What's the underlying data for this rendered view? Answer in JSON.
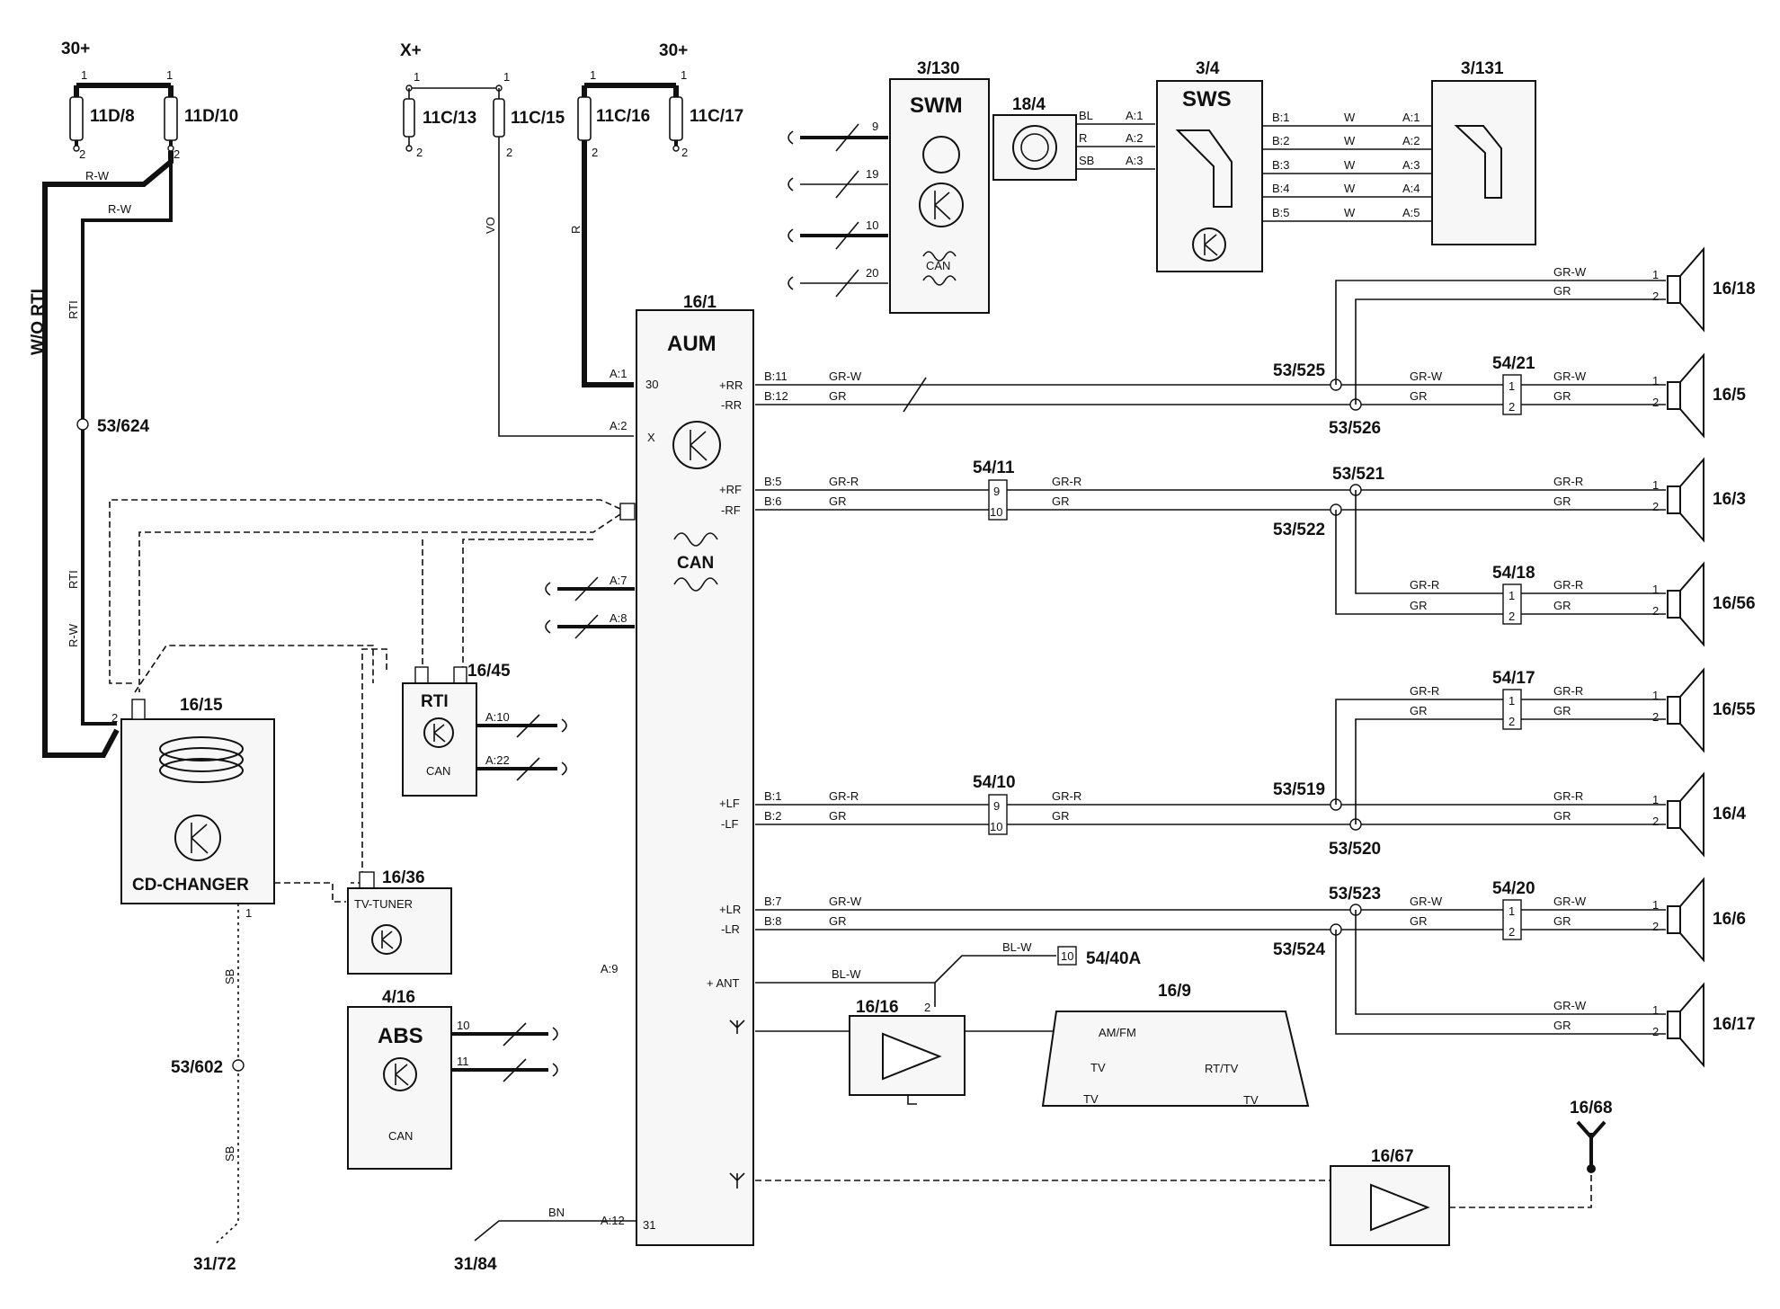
{
  "power": {
    "p30_left": "30+",
    "x_plus": "X+",
    "p30_mid": "30+"
  },
  "fuses": [
    "11D/8",
    "11D/10",
    "11C/13",
    "11C/15",
    "11C/16",
    "11C/17"
  ],
  "pins": {
    "one": "1",
    "two": "2"
  },
  "components": {
    "swm_id": "3/130",
    "swm": "SWM",
    "ctr_18_4": "18/4",
    "sws_id": "3/4",
    "sws": "SWS",
    "ctr_3_131": "3/131",
    "aum_id": "16/1",
    "aum": "AUM",
    "cd_id": "16/15",
    "cd": "CD-CHANGER",
    "rti_id": "16/45",
    "rti": "RTI",
    "tv_id": "16/36",
    "tv": "TV-TUNER",
    "abs_id": "4/16",
    "abs": "ABS",
    "amp_id": "16/16",
    "ant_id": "16/9",
    "amp2_id": "16/67",
    "ant2_id": "16/68",
    "ant_amfm": "AM/FM",
    "ant_tv1": "TV",
    "ant_tv2": "TV",
    "ant_rttv": "RT/TV",
    "ant_tv3": "TV",
    "can": "CAN"
  },
  "connectors": {
    "c54_21": "54/21",
    "c54_11": "54/11",
    "c54_18": "54/18",
    "c54_17": "54/17",
    "c54_10": "54/10",
    "c54_20": "54/20",
    "c54_40a": "54/40A",
    "c54_40a_pin": "10"
  },
  "splices": {
    "s53_624": "53/624",
    "s53_525": "53/525",
    "s53_526": "53/526",
    "s53_521": "53/521",
    "s53_522": "53/522",
    "s53_519": "53/519",
    "s53_520": "53/520",
    "s53_523": "53/523",
    "s53_524": "53/524",
    "s53_602": "53/602"
  },
  "grounds": {
    "g31_72": "31/72",
    "g31_84": "31/84"
  },
  "speakers": [
    "16/18",
    "16/5",
    "16/3",
    "16/56",
    "16/55",
    "16/4",
    "16/6",
    "16/17"
  ],
  "wire_colors": {
    "rw": "R-W",
    "rti": "RTI",
    "wo_rti": "W/O RTI",
    "vo": "VO",
    "r": "R",
    "grw": "GR-W",
    "gr": "GR",
    "grr": "GR-R",
    "blw": "BL-W",
    "bn": "BN",
    "sb": "SB",
    "bl": "BL",
    "w": "W"
  },
  "aum_terms": {
    "a1": "A:1",
    "p30": "30",
    "a2": "A:2",
    "x": "X",
    "a7": "A:7",
    "a8": "A:8",
    "a9": "A:9",
    "a12": "A:12",
    "p31": "31",
    "prr": "+RR",
    "mrr": "-RR",
    "prf": "+RF",
    "mrf": "-RF",
    "plf": "+LF",
    "mlf": "-LF",
    "plr": "+LR",
    "mlr": "-LR",
    "pant": "+ ANT",
    "b11": "B:11",
    "b12": "B:12",
    "b5": "B:5",
    "b6": "B:6",
    "b1": "B:1",
    "b2": "B:2",
    "b7": "B:7",
    "b8": "B:8"
  },
  "swm_terms": {
    "t9": "9",
    "t19": "19",
    "t10": "10",
    "t20": "20"
  },
  "sws_terms": {
    "a1": "A:1",
    "a2": "A:2",
    "a3": "A:3",
    "b1": "B:1",
    "b2": "B:2",
    "b3": "B:3",
    "b4": "B:4",
    "b5": "B:5"
  },
  "rti_terms": {
    "a10": "A:10",
    "a22": "A:22"
  },
  "abs_terms": {
    "t10": "10",
    "t11": "11"
  },
  "conn_pins": {
    "n9": "9",
    "n10": "10"
  }
}
